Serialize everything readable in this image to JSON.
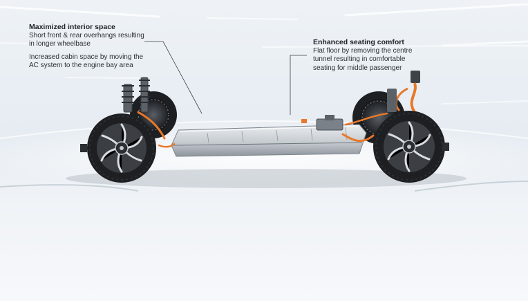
{
  "callouts": {
    "interior": {
      "title": "Maximized interior space",
      "line1": "Short front & rear overhangs resulting",
      "line2": "in longer wheelbase",
      "line3": "Increased cabin space by moving the",
      "line4": "AC system to the engine bay area"
    },
    "seating": {
      "title": "Enhanced seating comfort",
      "line1": "Flat floor by removing the centre",
      "line2": "tunnel resulting in comfortable",
      "line3": "seating for middle passenger"
    }
  },
  "colors": {
    "accent_orange": "#e8782a",
    "tire": "#1d1f22",
    "battery": "#c9ced3"
  }
}
